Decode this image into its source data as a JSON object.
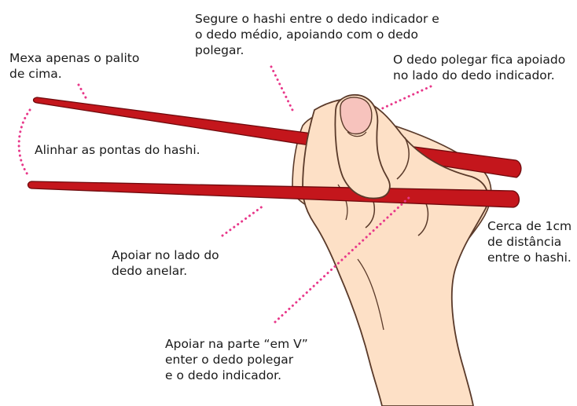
{
  "annotations": {
    "hold_between_fingers": "Segure o hashi entre o dedo indicador e\no dedo médio, apoiando com o dedo\npolegar.",
    "move_top_stick": "Mexa apenas o palito\nde cima.",
    "thumb_rests": "O dedo polegar fica apoiado\nno lado do dedo indicador.",
    "align_tips": "Alinhar as pontas do hashi.",
    "distance": "Cerca de 1cm\nde distância\nentre o hashi.",
    "ring_finger": "Apoiar no lado do\ndedo anelar.",
    "v_part": "Apoiar na parte “em V”\nenter o dedo polegar\ne o dedo indicador."
  },
  "colors": {
    "skin": "#fde0c6",
    "skin_outline": "#5a3a2a",
    "nail": "#f7c3bd",
    "chopstick": "#c4161c",
    "chopstick_outline": "#6e0a0d",
    "dotted_guide": "#e8388a",
    "text": "#1a1a1a"
  },
  "icons": {
    "hand": "hand-holding-chopsticks-illustration",
    "chopstick_top": "upper-chopstick",
    "chopstick_bottom": "lower-chopstick"
  }
}
